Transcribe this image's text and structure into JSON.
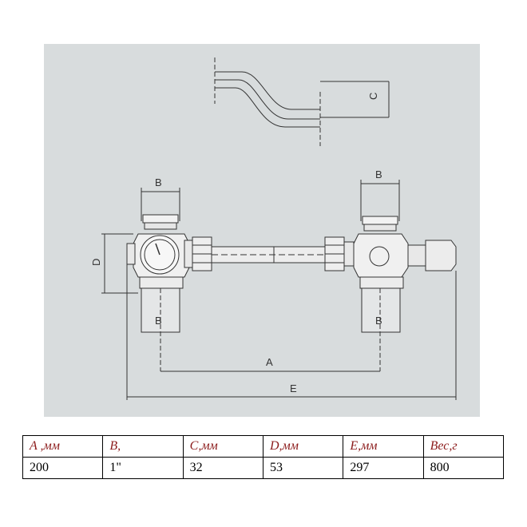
{
  "drawing": {
    "labels": {
      "b_top_left": "B",
      "b_top_right": "B",
      "b_bottom_left": "B",
      "b_bottom_right": "B",
      "a": "A",
      "c": "C",
      "d": "D",
      "e": "E"
    },
    "colors": {
      "background": "#d8dcdd",
      "line": "#333333"
    }
  },
  "table": {
    "headers": [
      "A ,мм",
      "B,",
      "C,мм",
      "D,мм",
      "E,мм",
      "Вес,г"
    ],
    "values": [
      "200",
      "1\"",
      "32",
      "53",
      "297",
      "800"
    ],
    "header_color": "#8b1a1a"
  }
}
